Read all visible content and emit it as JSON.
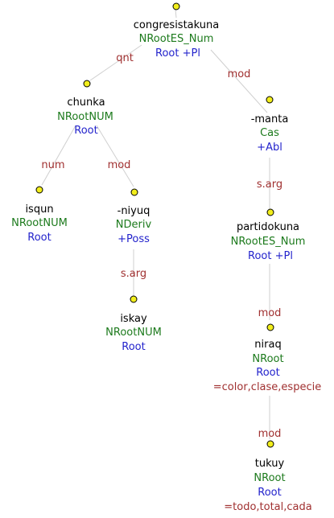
{
  "colors": {
    "word": "#000000",
    "pos": "#1c7a1c",
    "features": "#2323cc",
    "edge_label": "#a03030",
    "node_dot": "#f2ee1c",
    "edge_line": "#cfcfcf"
  },
  "nodes": {
    "congresistakuna": {
      "word": "congresistakuna",
      "pos": "NRootES_Num",
      "features": [
        "Root +Pl"
      ]
    },
    "chunka": {
      "word": "chunka",
      "pos": "NRootNUM",
      "features": [
        "Root"
      ]
    },
    "manta": {
      "word": "-manta",
      "pos": "Cas",
      "features": [
        "+Abl"
      ]
    },
    "isqun": {
      "word": "isqun",
      "pos": "NRootNUM",
      "features": [
        "Root"
      ]
    },
    "niyuq": {
      "word": "-niyuq",
      "pos": "NDeriv",
      "features": [
        "+Poss"
      ]
    },
    "iskay": {
      "word": "iskay",
      "pos": "NRootNUM",
      "features": [
        "Root"
      ]
    },
    "partidokuna": {
      "word": "partidokuna",
      "pos": "NRootES_Num",
      "features": [
        "Root +Pl"
      ]
    },
    "niraq": {
      "word": "niraq",
      "pos": "NRoot",
      "features": [
        "Root",
        "=color,clase,especie"
      ]
    },
    "tukuy": {
      "word": "tukuy",
      "pos": "NRoot",
      "features": [
        "Root",
        "=todo,total,cada"
      ]
    }
  },
  "edges": {
    "qnt": {
      "label": "qnt"
    },
    "mod_manta": {
      "label": "mod"
    },
    "num": {
      "label": "num"
    },
    "mod_niyuq": {
      "label": "mod"
    },
    "sarg_iskay": {
      "label": "s.arg"
    },
    "sarg_partidokuna": {
      "label": "s.arg"
    },
    "mod_niraq": {
      "label": "mod"
    },
    "mod_tukuy": {
      "label": "mod"
    }
  }
}
